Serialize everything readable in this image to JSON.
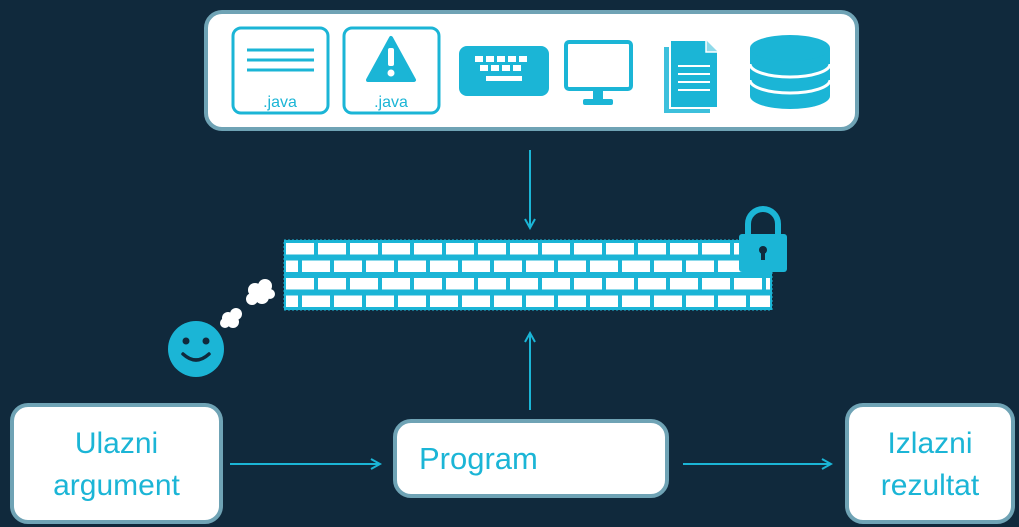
{
  "top_panel": {
    "source_file_label": ".java",
    "warning_file_label": ".java",
    "icons": [
      "source-file-icon",
      "warning-file-icon",
      "keyboard-icon",
      "monitor-icon",
      "document-icon",
      "database-icon"
    ]
  },
  "input_box": {
    "line1": "Ulazni",
    "line2": "argument"
  },
  "program_box": {
    "label": "Program"
  },
  "output_box": {
    "line1": "Izlazni",
    "line2": "rezultat"
  },
  "colors": {
    "background": "#10293c",
    "accent": "#1bb5d6",
    "box_border": "#6fa3b5",
    "box_fill": "#ffffff"
  }
}
